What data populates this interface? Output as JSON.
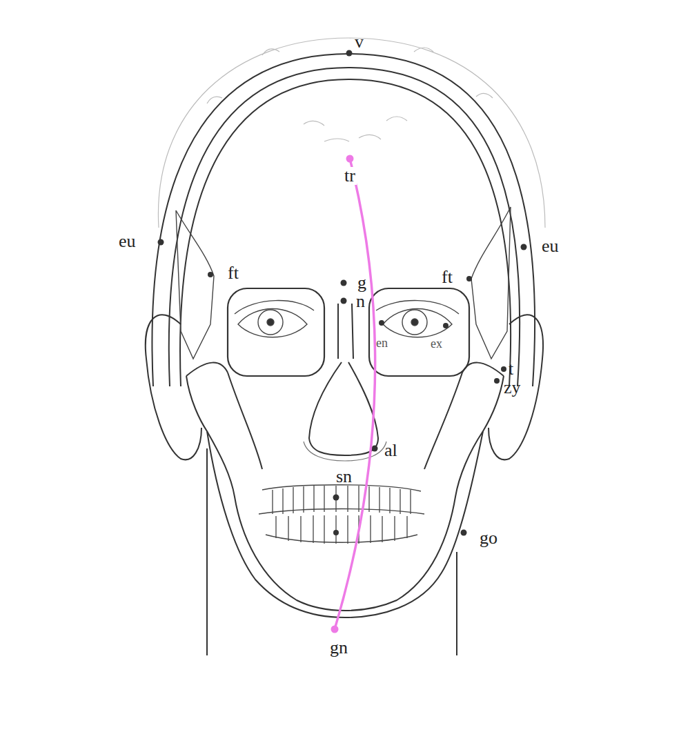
{
  "diagram": {
    "labels": [
      "v",
      "tr",
      "eu",
      "ft",
      "g",
      "n",
      "eu",
      "ft",
      "en",
      "ex",
      "t",
      "zy",
      "al",
      "sn",
      "go",
      "gn"
    ]
  }
}
